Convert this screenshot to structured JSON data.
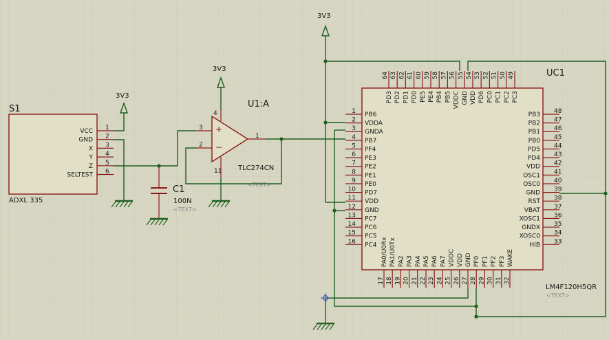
{
  "power": {
    "v1": "3V3",
    "v2": "3V3",
    "v3": "3V3"
  },
  "s1": {
    "ref": "S1",
    "part": "ADXL 335",
    "pins": [
      {
        "num": "1",
        "name": "VCC"
      },
      {
        "num": "2",
        "name": "GND"
      },
      {
        "num": "3",
        "name": "X"
      },
      {
        "num": "4",
        "name": "Y"
      },
      {
        "num": "5",
        "name": "Z"
      },
      {
        "num": "6",
        "name": "SELTEST"
      }
    ]
  },
  "opamp": {
    "ref": "U1:A",
    "part": "TLC274CN",
    "text": "<TEXT>",
    "plus": "+",
    "minus": "−",
    "pin_vdd": "4",
    "pin_in_plus": "3",
    "pin_in_minus": "2",
    "pin_out": "1",
    "pin_gnd": "11"
  },
  "cap": {
    "ref": "C1",
    "value": "100N",
    "text": "<TEXT>"
  },
  "uc1": {
    "ref": "UC1",
    "part": "LM4F120H5QR",
    "text": "<TEXT>",
    "left": [
      {
        "num": "1",
        "name": "PB6"
      },
      {
        "num": "2",
        "name": "VDDA"
      },
      {
        "num": "3",
        "name": "GNDA"
      },
      {
        "num": "4",
        "name": "PB7"
      },
      {
        "num": "5",
        "name": "PF4"
      },
      {
        "num": "6",
        "name": "PE3"
      },
      {
        "num": "7",
        "name": "PE2"
      },
      {
        "num": "8",
        "name": "PE1"
      },
      {
        "num": "9",
        "name": "PE0"
      },
      {
        "num": "10",
        "name": "PD7"
      },
      {
        "num": "11",
        "name": "VDD"
      },
      {
        "num": "12",
        "name": "GND"
      },
      {
        "num": "13",
        "name": "PC7"
      },
      {
        "num": "14",
        "name": "PC6"
      },
      {
        "num": "15",
        "name": "PC5"
      },
      {
        "num": "16",
        "name": "PC4"
      }
    ],
    "right": [
      {
        "num": "48",
        "name": "PB3"
      },
      {
        "num": "47",
        "name": "PB2"
      },
      {
        "num": "46",
        "name": "PB1"
      },
      {
        "num": "45",
        "name": "PB0"
      },
      {
        "num": "44",
        "name": "PD5"
      },
      {
        "num": "43",
        "name": "PD4"
      },
      {
        "num": "42",
        "name": "VDD"
      },
      {
        "num": "41",
        "name": "OSC1"
      },
      {
        "num": "40",
        "name": "OSC0"
      },
      {
        "num": "39",
        "name": "GND"
      },
      {
        "num": "38",
        "name": "RST"
      },
      {
        "num": "37",
        "name": "VBAT"
      },
      {
        "num": "36",
        "name": "XOSC1"
      },
      {
        "num": "35",
        "name": "GNDX"
      },
      {
        "num": "34",
        "name": "XOSC0"
      },
      {
        "num": "33",
        "name": "HIB"
      }
    ],
    "top": [
      {
        "num": "64",
        "name": "PD3"
      },
      {
        "num": "63",
        "name": "PD2"
      },
      {
        "num": "62",
        "name": "PD1"
      },
      {
        "num": "61",
        "name": "PD0"
      },
      {
        "num": "60",
        "name": "PE5"
      },
      {
        "num": "59",
        "name": "PE4"
      },
      {
        "num": "58",
        "name": "PB4"
      },
      {
        "num": "57",
        "name": "PB5"
      },
      {
        "num": "56",
        "name": "VDDC"
      },
      {
        "num": "55",
        "name": "GND"
      },
      {
        "num": "54",
        "name": "VDD"
      },
      {
        "num": "53",
        "name": "PD6"
      },
      {
        "num": "52",
        "name": "PC0"
      },
      {
        "num": "51",
        "name": "PC1"
      },
      {
        "num": "50",
        "name": "PC2"
      },
      {
        "num": "49",
        "name": "PC3"
      }
    ],
    "bottom": [
      {
        "num": "17",
        "name": "PA0/U0Rx"
      },
      {
        "num": "18",
        "name": "PA1/U0Tx"
      },
      {
        "num": "19",
        "name": "PA2"
      },
      {
        "num": "20",
        "name": "PA3"
      },
      {
        "num": "21",
        "name": "PA4"
      },
      {
        "num": "22",
        "name": "PA5"
      },
      {
        "num": "23",
        "name": "PA6"
      },
      {
        "num": "24",
        "name": "PA7"
      },
      {
        "num": "25",
        "name": "VDDC"
      },
      {
        "num": "26",
        "name": "VDD"
      },
      {
        "num": "27",
        "name": "GND"
      },
      {
        "num": "28",
        "name": "PF0"
      },
      {
        "num": "29",
        "name": "PF1"
      },
      {
        "num": "30",
        "name": "PF2"
      },
      {
        "num": "31",
        "name": "PF3"
      },
      {
        "num": "32",
        "name": "WAKE"
      }
    ]
  },
  "colors": {
    "background": "#d6d6c2",
    "grid": "#c4c4ae",
    "body_fill": "#e1dfc6",
    "outline": "#8b1a1a",
    "wire": "#1f5f1f",
    "text": "#1a1a1a",
    "placeholder": "#8a8a8a"
  }
}
